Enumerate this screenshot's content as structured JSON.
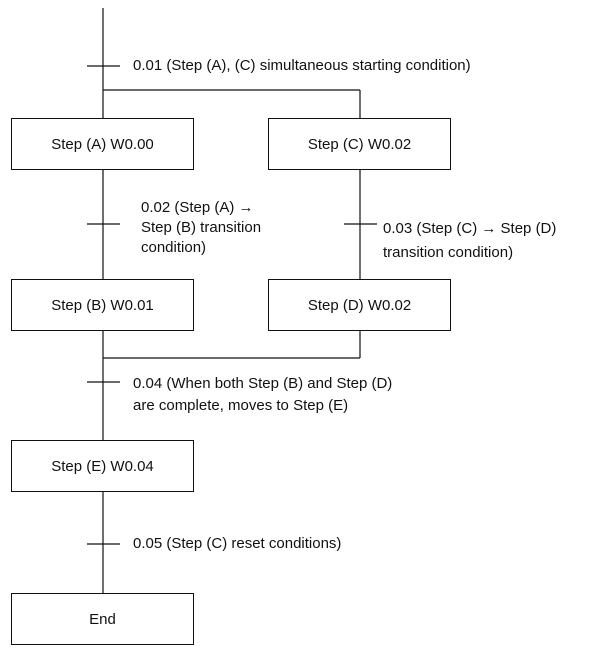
{
  "steps": {
    "a": "Step (A) W0.00",
    "b": "Step (B) W0.01",
    "c": "Step (C) W0.02",
    "d": "Step (D) W0.02",
    "e": "Step (E) W0.04",
    "end": "End"
  },
  "transitions": {
    "t1": "0.01 (Step (A), (C) simultaneous starting condition)",
    "t2_line1": "0.02 (Step (A) →",
    "t2_line2": "Step (B) transition",
    "t2_line3": "condition)",
    "t3_line1": "0.03 (Step (C) → Step (D)",
    "t3_line2": "transition condition)",
    "t4_line1": "0.04 (When both Step (B) and Step (D)",
    "t4_line2": "are complete, moves to Step (E)",
    "t5": "0.05 (Step (C) reset conditions)"
  }
}
